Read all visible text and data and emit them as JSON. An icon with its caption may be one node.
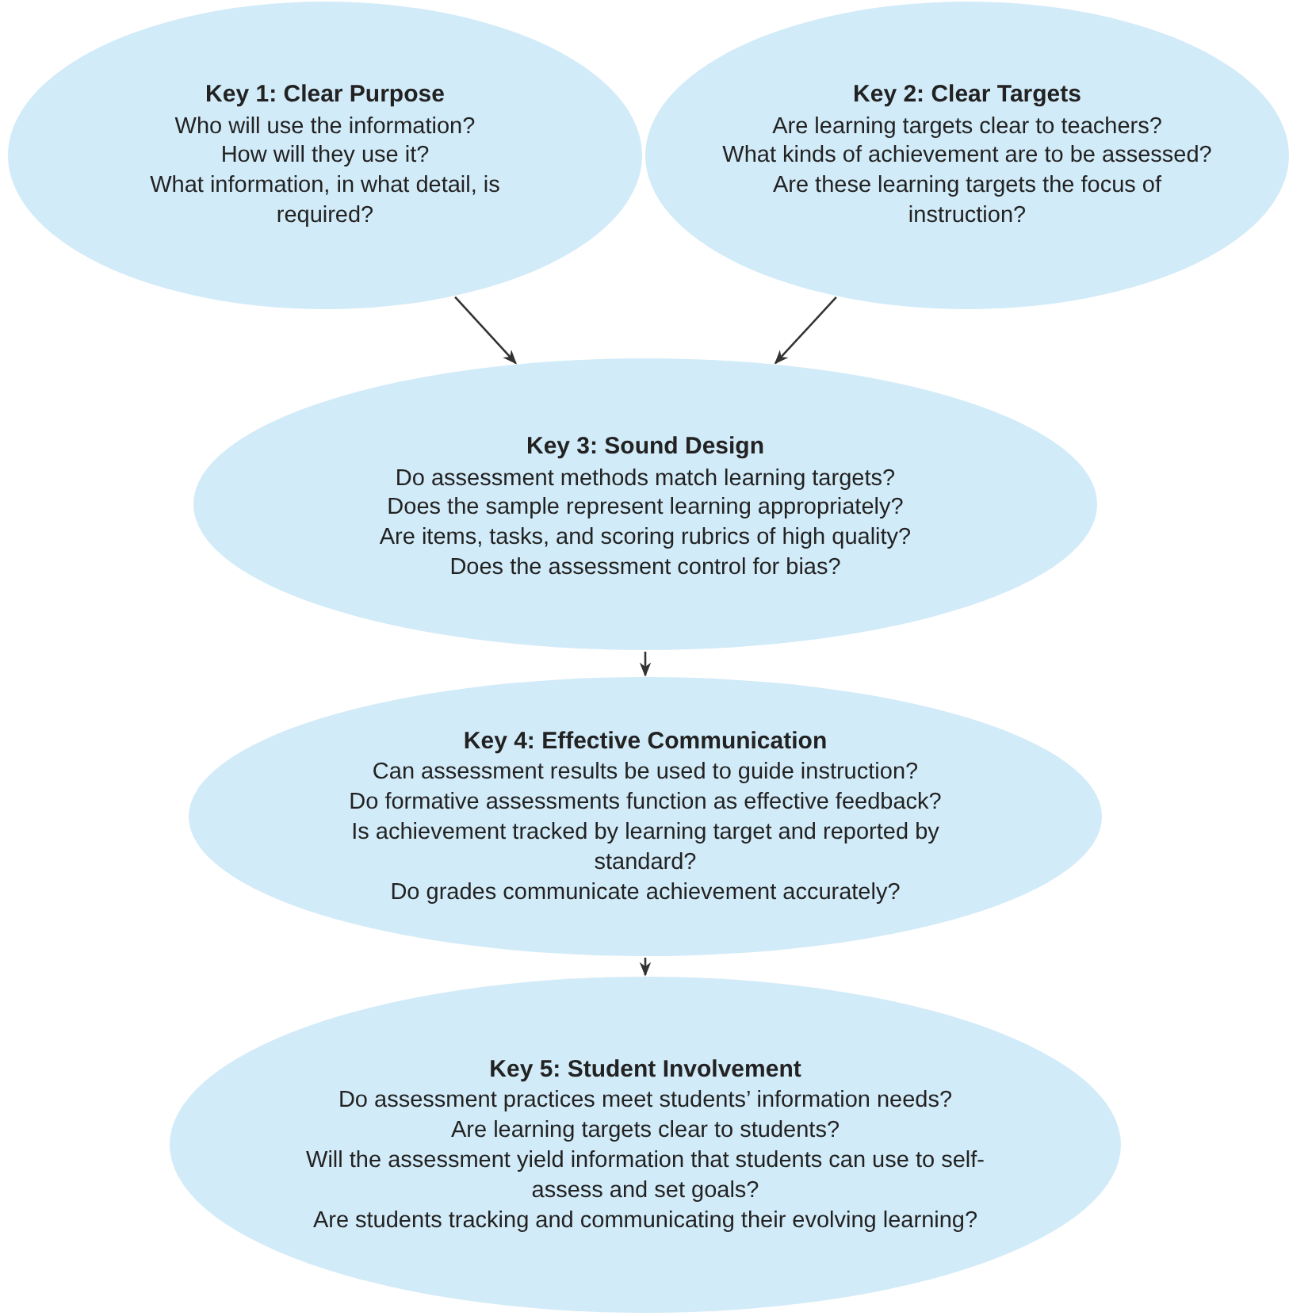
{
  "diagram": {
    "nodes": [
      {
        "text": [
          "Key 1: Clear Purpose",
          "Who will use the information?",
          "How will they use it?",
          "What information, in what detail, is required?"
        ]
      },
      {
        "text": [
          "Key 2: Clear Targets",
          "Are learning targets clear to teachers?",
          "What kinds of achievement are to be assessed?",
          "Are these learning targets the focus of instruction?"
        ]
      },
      {
        "text": [
          "Key 3: Sound Design",
          "Do assessment methods match learning targets?",
          "Does the sample represent learning appropriately?",
          "Are items, tasks, and scoring rubrics of high quality?",
          "Does the assessment control for bias?"
        ]
      },
      {
        "text": [
          "Key 4: Effective Communication",
          "Can assessment results be used to guide instruction?",
          "Do formative assessments function as effective feedback?",
          "Is achievement tracked by learning target and reported by standard?",
          "Do grades communicate achievement accurately?"
        ]
      },
      {
        "text": [
          "Key 5: Student Involvement",
          "Do assessment practices meet students’ information needs?",
          "Are learning targets clear to students?",
          "Will the assessment yield information that students can use to self-assess and set goals?",
          "Are students tracking and communicating their evolving learning?"
        ]
      }
    ],
    "edges": [
      {
        "from": 0,
        "to": 2,
        "arrow": "to"
      },
      {
        "from": 1,
        "to": 2,
        "arrow": "to"
      },
      {
        "from": 2,
        "to": 3,
        "arrow": "to"
      },
      {
        "from": 3,
        "to": 4,
        "arrow": "to"
      }
    ]
  }
}
